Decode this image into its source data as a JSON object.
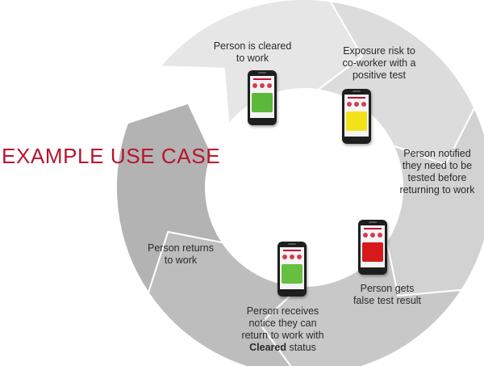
{
  "heading": "EXAMPLE USE CASE",
  "steps": [
    {
      "lines": [
        "Person is cleared",
        "to work"
      ]
    },
    {
      "lines": [
        "Exposure risk to",
        "co-worker with a",
        "positive test"
      ]
    },
    {
      "lines": [
        "Person notified",
        "they need to be",
        "tested before",
        "returning to work"
      ]
    },
    {
      "lines": [
        "Person gets",
        "false test result"
      ]
    },
    {
      "pre": "Person receives notice they can return to work with ",
      "bold": "Cleared",
      "post": " status"
    },
    {
      "lines": [
        "Person returns",
        "to work"
      ]
    }
  ],
  "phones": [
    {
      "status_color": "#5cb83a"
    },
    {
      "status_color": "#f2e21a"
    },
    {
      "status_color": "#d7191c"
    },
    {
      "status_color": "#66bf3f"
    }
  ],
  "colors": {
    "accent": "#b8152d",
    "segment_shades": [
      "#e6e6e6",
      "#dcdcdc",
      "#d2d2d2",
      "#c8c8c8",
      "#bdbdbd",
      "#b3b3b3"
    ]
  }
}
